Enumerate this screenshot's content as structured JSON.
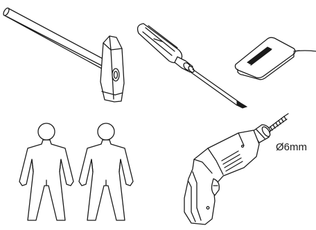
{
  "items": [
    {
      "name": "hammer",
      "icon": "hammer-icon"
    },
    {
      "name": "screwdriver",
      "icon": "screwdriver-icon"
    },
    {
      "name": "stud-finder",
      "icon": "stud-finder-icon"
    },
    {
      "name": "two-persons",
      "icon": "two-persons-icon"
    },
    {
      "name": "power-drill",
      "icon": "power-drill-icon"
    }
  ],
  "drill": {
    "bit_size_label": "Ø6mm"
  }
}
